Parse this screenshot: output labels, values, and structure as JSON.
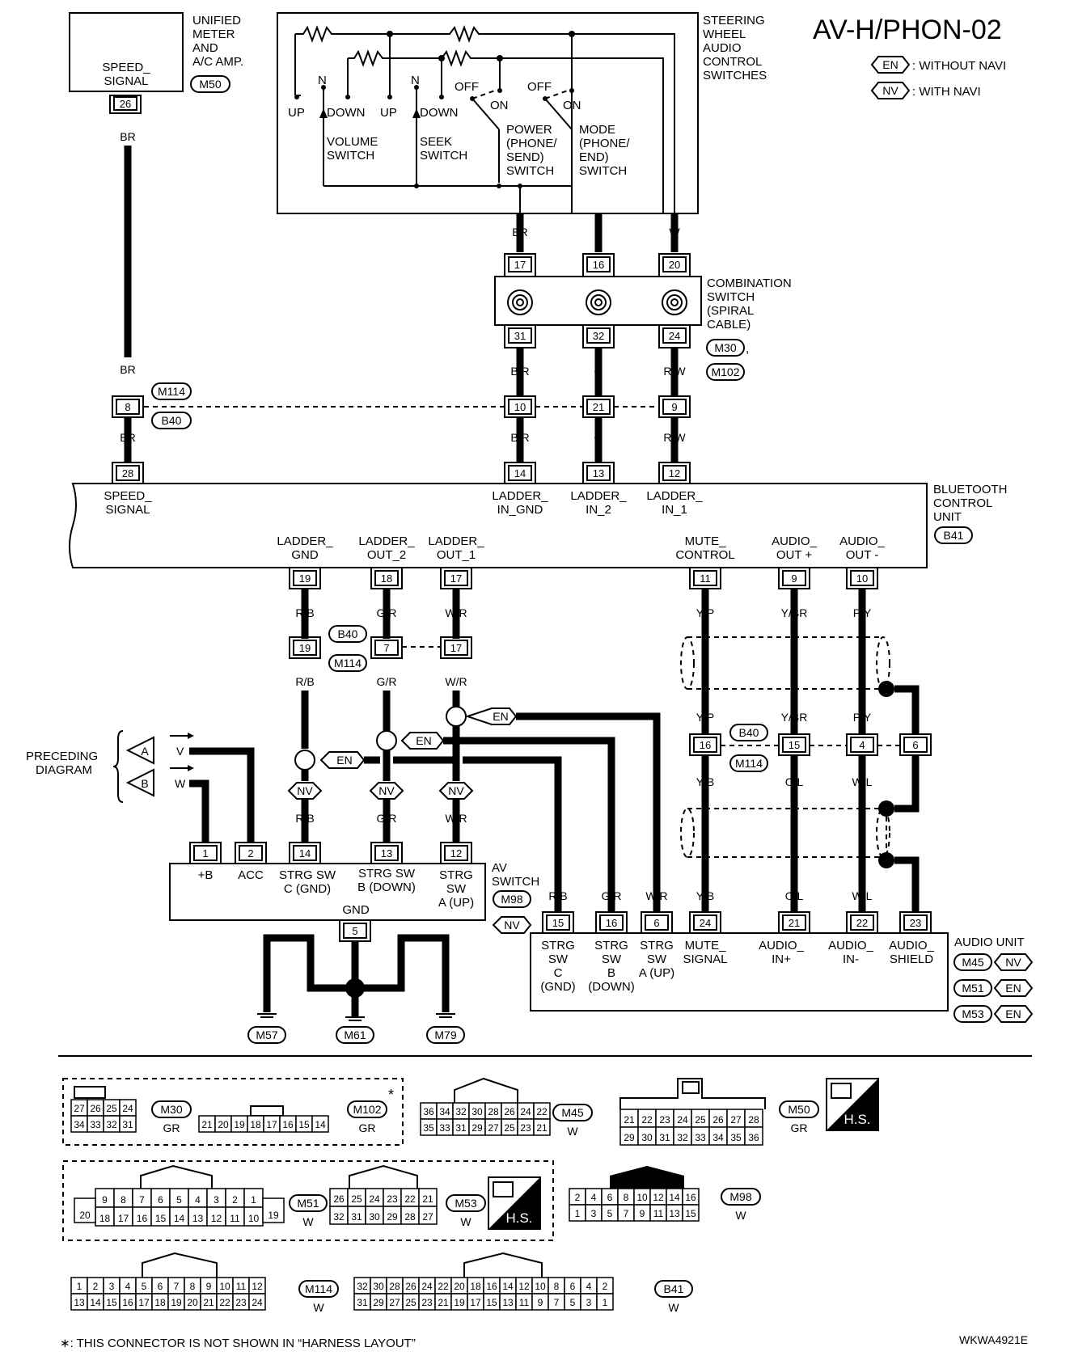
{
  "title": "AV-H/PHON-02",
  "legend": [
    {
      "tag": "EN",
      "text": ": WITHOUT NAVI"
    },
    {
      "tag": "NV",
      "text": ": WITH NAVI"
    }
  ],
  "components": {
    "meter": {
      "name_lines": [
        "UNIFIED",
        "METER",
        "AND",
        "A/C AMP."
      ],
      "connector": "M50",
      "signal_lines": [
        "SPEED_",
        "SIGNAL"
      ],
      "pin": "26"
    },
    "steering": {
      "name_lines": [
        "STEERING",
        "WHEEL",
        "AUDIO",
        "CONTROL",
        "SWITCHES"
      ],
      "switch_labels": {
        "n1": "N",
        "n2": "N",
        "up1": "UP",
        "down1": "DOWN",
        "up2": "UP",
        "down2": "DOWN",
        "off1": "OFF",
        "on1": "ON",
        "off2": "OFF",
        "on2": "ON"
      },
      "volume_lines": [
        "VOLUME",
        "SWITCH"
      ],
      "seek_lines": [
        "SEEK",
        "SWITCH"
      ],
      "power_lines": [
        "POWER",
        "(PHONE/",
        "SEND)",
        "SWITCH"
      ],
      "mode_lines": [
        "MODE",
        "(PHONE/",
        "END)",
        "SWITCH"
      ]
    },
    "combination": {
      "name_lines": [
        "COMBINATION",
        "SWITCH",
        "(SPIRAL",
        "CABLE)"
      ],
      "connectors": [
        "M30",
        "M102"
      ],
      "top_pins": [
        "17",
        "16",
        "20"
      ],
      "bottom_pins": [
        "31",
        "32",
        "24"
      ]
    },
    "joint1": {
      "connectors": [
        "M114",
        "B40"
      ],
      "pins": [
        "8",
        "10",
        "21",
        "9"
      ]
    },
    "bluetooth": {
      "name_lines": [
        "BLUETOOTH",
        "CONTROL",
        "UNIT"
      ],
      "connector": "B41",
      "top_pins": [
        "28",
        "14",
        "13",
        "12"
      ],
      "top_labels": [
        [
          "SPEED_",
          "SIGNAL"
        ],
        [
          "LADDER_",
          "IN_GND"
        ],
        [
          "LADDER_",
          "IN_2"
        ],
        [
          "LADDER_",
          "IN_1"
        ]
      ],
      "bottom_pins": [
        "19",
        "18",
        "17",
        "11",
        "9",
        "10"
      ],
      "bottom_labels": [
        [
          "LADDER_",
          "GND"
        ],
        [
          "LADDER_",
          "OUT_2"
        ],
        [
          "LADDER_",
          "OUT_1"
        ],
        [
          "MUTE_",
          "CONTROL"
        ],
        [
          "AUDIO_",
          "OUT +"
        ],
        [
          "AUDIO_",
          "OUT -"
        ]
      ]
    },
    "joint2": {
      "connectors": [
        "B40",
        "M114"
      ],
      "pins": [
        "19",
        "7",
        "17"
      ]
    },
    "joint3": {
      "connectors": [
        "B40",
        "M114"
      ],
      "pins": [
        "16",
        "15",
        "4",
        "6"
      ]
    },
    "preceding": {
      "lines": [
        "PRECEDING",
        "DIAGRAM"
      ],
      "a": "A",
      "b": "B",
      "a_color": "V",
      "b_color": "W"
    },
    "avswitch": {
      "name_lines": [
        "AV",
        "SWITCH"
      ],
      "connector": "M98",
      "nv": "NV",
      "pins": [
        "1",
        "2",
        "14",
        "13",
        "12",
        "5"
      ],
      "labels": [
        [
          "+B"
        ],
        [
          "ACC"
        ],
        [
          "STRG SW",
          "C (GND)"
        ],
        [
          "STRG SW",
          "B (DOWN)"
        ],
        [
          "STRG",
          "SW",
          "A (UP)"
        ]
      ],
      "gnd": "GND"
    },
    "audio": {
      "name_lines": [
        "AUDIO UNIT"
      ],
      "connectors": [
        {
          "c": "M45",
          "t": "NV"
        },
        {
          "c": "M51",
          "t": "EN"
        },
        {
          "c": "M53",
          "t": "EN"
        }
      ],
      "pins": [
        "15",
        "16",
        "6",
        "24",
        "21",
        "22",
        "23"
      ],
      "labels": [
        [
          "STRG",
          "SW",
          "C",
          "(GND)"
        ],
        [
          "STRG",
          "SW",
          "B",
          "(DOWN)"
        ],
        [
          "STRG",
          "SW",
          "A (UP)"
        ],
        [
          "MUTE_",
          "SIGNAL"
        ],
        [
          "AUDIO_",
          "IN+"
        ],
        [
          "AUDIO_",
          "IN-"
        ],
        [
          "AUDIO_",
          "SHIELD"
        ]
      ]
    },
    "grounds": [
      "M57",
      "M61",
      "M79"
    ]
  },
  "wires": {
    "br": "BR",
    "v": "V",
    "w": "W",
    "br_r": "B/R",
    "g": "G",
    "r_w": "R/W",
    "r_b": "R/B",
    "g_r": "G/R",
    "w_r": "W/R",
    "y_p": "Y/P",
    "y_br": "Y/BR",
    "p_y": "P/Y",
    "y_b": "Y/B",
    "o_l": "O/L",
    "w_l": "W/L",
    "b": "B"
  },
  "variant_tags": {
    "en": "EN",
    "nv": "NV"
  },
  "connectors_table": {
    "m30": {
      "id": "M30",
      "color": "GR",
      "top": [
        "27",
        "26",
        "25",
        "24"
      ],
      "bottom": [
        "34",
        "33",
        "32",
        "31"
      ]
    },
    "m102": {
      "id": "M102",
      "color": "GR",
      "pins": [
        "21",
        "20",
        "19",
        "18",
        "17",
        "16",
        "15",
        "14"
      ],
      "star": "*"
    },
    "m45": {
      "id": "M45",
      "color": "W",
      "top": [
        "36",
        "34",
        "32",
        "30",
        "28",
        "26",
        "24",
        "22"
      ],
      "bottom": [
        "35",
        "33",
        "31",
        "29",
        "27",
        "25",
        "23",
        "21"
      ]
    },
    "m50": {
      "id": "M50",
      "color": "GR",
      "top": [
        "21",
        "22",
        "23",
        "24",
        "25",
        "26",
        "27",
        "28"
      ],
      "bottom": [
        "29",
        "30",
        "31",
        "32",
        "33",
        "34",
        "35",
        "36"
      ]
    },
    "m51": {
      "id": "M51",
      "color": "W",
      "top": [
        "9",
        "8",
        "7",
        "6",
        "5",
        "4",
        "3",
        "2",
        "1"
      ],
      "bottom": [
        "18",
        "17",
        "16",
        "15",
        "14",
        "13",
        "12",
        "11",
        "10"
      ],
      "left": "20",
      "right": "19"
    },
    "m53": {
      "id": "M53",
      "color": "W",
      "top": [
        "26",
        "25",
        "24",
        "23",
        "22",
        "21"
      ],
      "bottom": [
        "32",
        "31",
        "30",
        "29",
        "28",
        "27"
      ]
    },
    "m98": {
      "id": "M98",
      "color": "W",
      "top": [
        "2",
        "4",
        "6",
        "8",
        "10",
        "12",
        "14",
        "16"
      ],
      "bottom": [
        "1",
        "3",
        "5",
        "7",
        "9",
        "11",
        "13",
        "15"
      ]
    },
    "m114": {
      "id": "M114",
      "color": "W",
      "top": [
        "1",
        "2",
        "3",
        "4",
        "5",
        "6",
        "7",
        "8",
        "9",
        "10",
        "11",
        "12"
      ],
      "bottom": [
        "13",
        "14",
        "15",
        "16",
        "17",
        "18",
        "19",
        "20",
        "21",
        "22",
        "23",
        "24"
      ]
    },
    "b41": {
      "id": "B41",
      "color": "W",
      "top": [
        "32",
        "30",
        "28",
        "26",
        "24",
        "22",
        "20",
        "18",
        "16",
        "14",
        "12",
        "10",
        "8",
        "6",
        "4",
        "2"
      ],
      "bottom": [
        "31",
        "29",
        "27",
        "25",
        "23",
        "21",
        "19",
        "17",
        "15",
        "13",
        "11",
        "9",
        "7",
        "5",
        "3",
        "1"
      ]
    },
    "hs": "H.S."
  },
  "footnote": "∗: THIS CONNECTOR IS NOT SHOWN IN “HARNESS LAYOUT”",
  "code": "WKWA4921E"
}
